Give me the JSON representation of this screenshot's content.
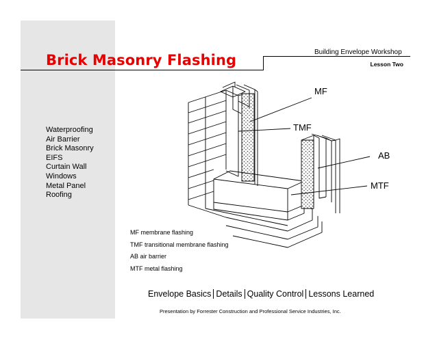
{
  "header": {
    "title": "Brick Masonry Flashing",
    "workshop": "Building Envelope Workshop",
    "lesson": "Lesson Two"
  },
  "sidebar": {
    "topics": [
      "Waterproofing",
      "Air Barrier",
      "Brick Masonry",
      "EIFS",
      "Curtain Wall",
      "Windows",
      "Metal Panel",
      "Roofing"
    ]
  },
  "diagram": {
    "callouts": {
      "mf": "MF",
      "tmf": "TMF",
      "ab": "AB",
      "mtf": "MTF"
    },
    "colors": {
      "line": "#000000",
      "insulation": "#555555"
    }
  },
  "legend": {
    "items": [
      "MF membrane flashing",
      "TMF transitional membrane flashing",
      "AB air barrier",
      "MTF metal flashing"
    ]
  },
  "nav": {
    "items": [
      "Envelope Basics",
      "Details",
      "Quality Control",
      "Lessons Learned"
    ]
  },
  "footer": {
    "credit": "Presentation by Forrester Construction and Professional Service Industries, Inc."
  },
  "colors": {
    "title": "#e60000",
    "sidebar": "#e6e6e6"
  }
}
